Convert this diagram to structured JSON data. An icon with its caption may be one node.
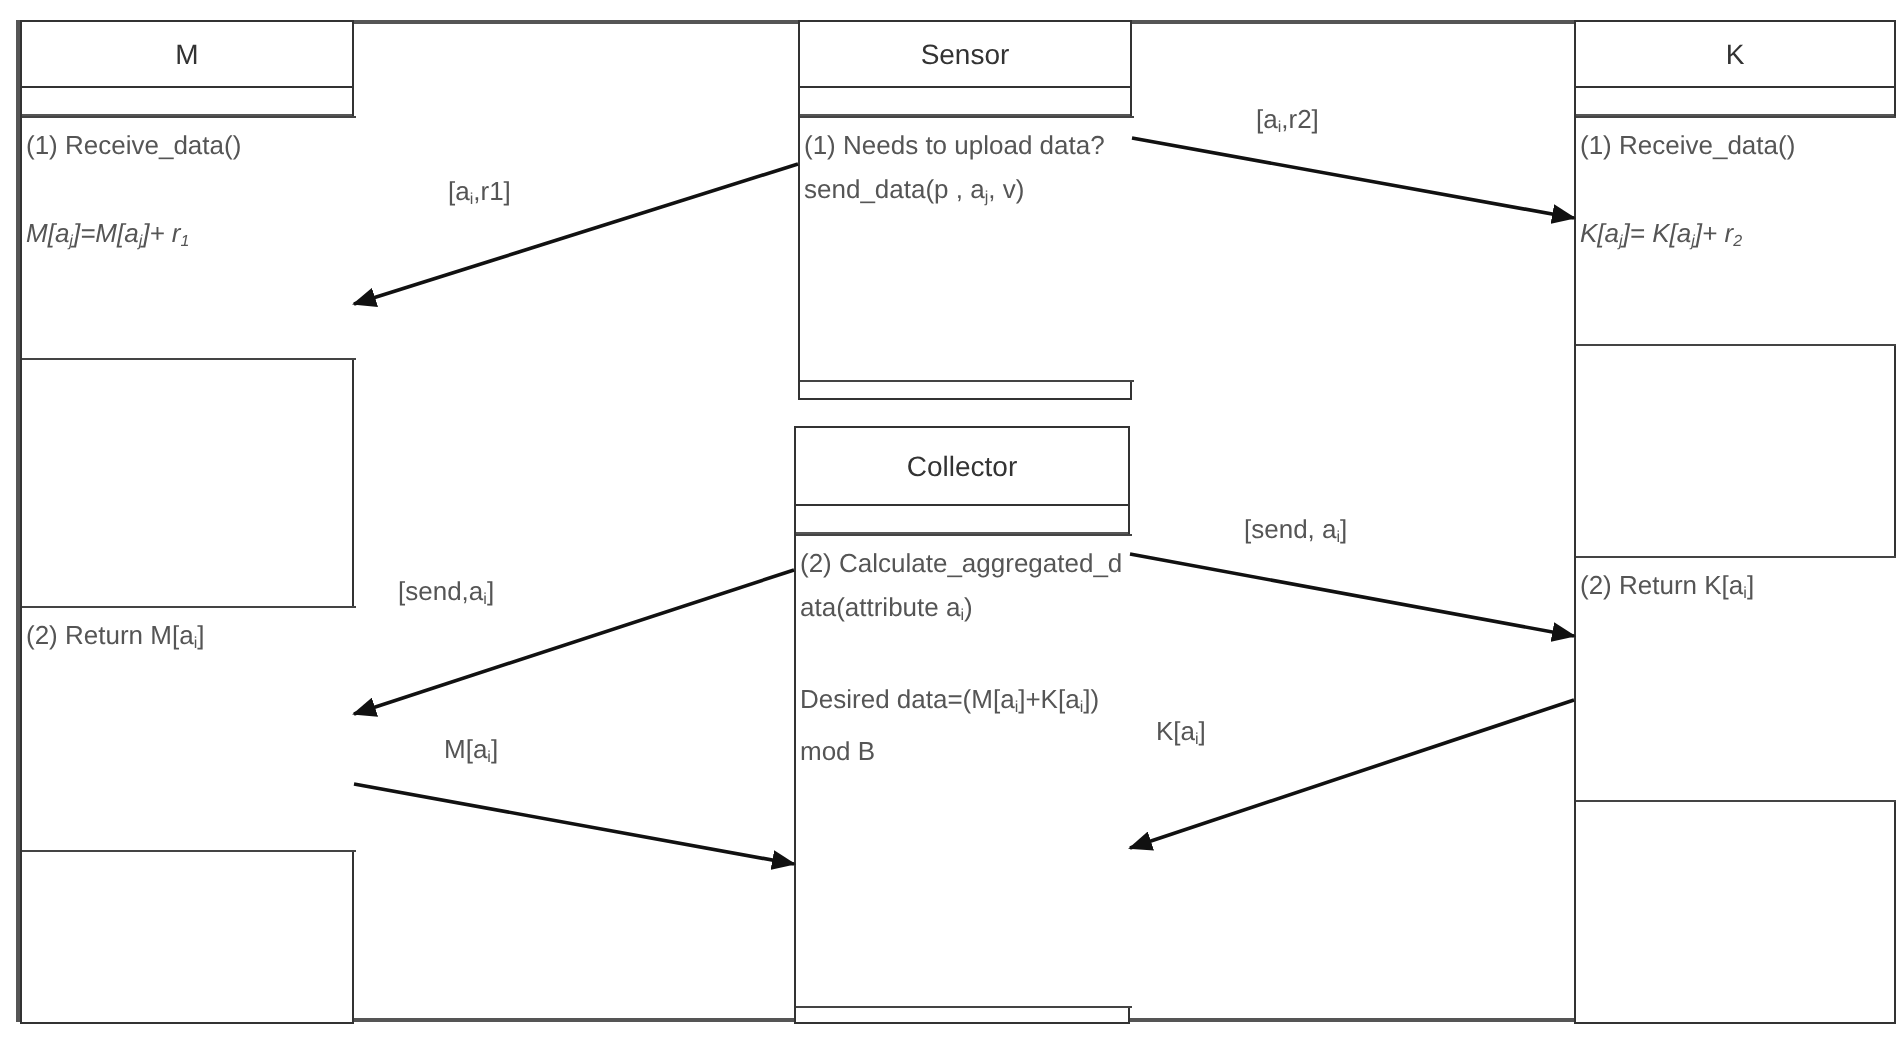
{
  "diagram": {
    "nodes": [
      {
        "text": [
          "M"
        ]
      },
      {
        "text": [
          "(1) Receive_data()",
          "M[a$_{j}$]=M[a$_{j}$]+ r$_{1}$"
        ],
        "in": 0
      },
      {
        "text": [
          "(2) Return M[a$_{i}$]"
        ],
        "in": 0
      },
      {
        "text": [
          "Sensor"
        ]
      },
      {
        "text": [
          "(1) Needs to upload data?",
          "send_data(p , a$_{j}$, v)"
        ],
        "in": 3
      },
      {
        "text": [
          "Collector"
        ]
      },
      {
        "text": [
          "(2) Calculate_aggregated_data(attribute a$_{i}$)",
          "Desired data=(M[a$_{i}$]+K[a$_{i}$]) mod B"
        ],
        "in": 5
      },
      {
        "text": [
          "K"
        ]
      },
      {
        "text": [
          "(1) Receive_data()",
          "K[a$_{j}$]= K[a$_{j}$]+ r$_{2}$"
        ],
        "in": 7
      },
      {
        "text": [
          "(2) Return K[a$_{i}$]"
        ],
        "in": 7
      }
    ],
    "edges": [
      {
        "from": 4,
        "to": 1,
        "arrow": "to",
        "label": "[a$_{i}$,r1]"
      },
      {
        "from": 4,
        "to": 8,
        "arrow": "to",
        "label": "[a$_{i}$,r2]"
      },
      {
        "from": 6,
        "to": 2,
        "arrow": "to",
        "label": "[send,a$_{i}$]"
      },
      {
        "from": 6,
        "to": 9,
        "arrow": "to",
        "label": "[send, a$_{i}$]"
      },
      {
        "from": 2,
        "to": 6,
        "arrow": "to",
        "label": "M[a$_{i}$]"
      },
      {
        "from": 9,
        "to": 6,
        "arrow": "to",
        "label": "K[a$_{i}$]"
      }
    ]
  }
}
